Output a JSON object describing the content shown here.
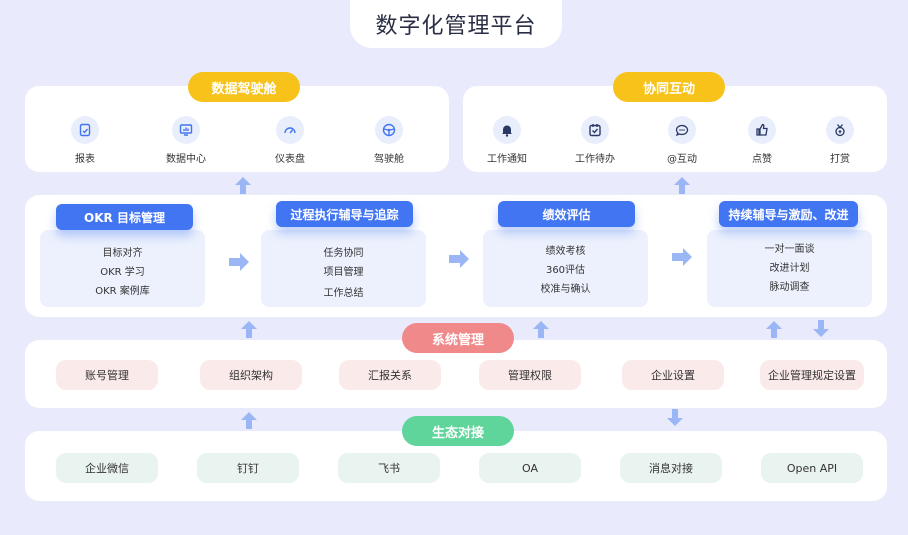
{
  "title": "数字化管理平台",
  "top_left": {
    "pill": "数据驾驶舱",
    "items": [
      {
        "label": "报表",
        "icon": "report-icon"
      },
      {
        "label": "数据中心",
        "icon": "data-center-icon"
      },
      {
        "label": "仪表盘",
        "icon": "gauge-icon"
      },
      {
        "label": "驾驶舱",
        "icon": "steering-wheel-icon"
      }
    ]
  },
  "top_right": {
    "pill": "协同互动",
    "items": [
      {
        "label": "工作通知",
        "icon": "bell-icon"
      },
      {
        "label": "工作待办",
        "icon": "todo-icon"
      },
      {
        "label": "@互动",
        "icon": "chat-icon"
      },
      {
        "label": "点赞",
        "icon": "thumbs-up-icon"
      },
      {
        "label": "打赏",
        "icon": "reward-icon"
      }
    ]
  },
  "process": [
    {
      "title": "OKR 目标管理",
      "lines": [
        "目标对齐",
        "OKR 学习",
        "OKR 案例库"
      ]
    },
    {
      "title": "过程执行辅导与追踪",
      "lines": [
        "任务协同",
        "项目管理",
        "工作总结"
      ]
    },
    {
      "title": "绩效评估",
      "lines": [
        "绩效考核",
        "360评估",
        "校准与确认"
      ]
    },
    {
      "title": "持续辅导与激励、改进",
      "lines": [
        "一对一面谈",
        "改进计划",
        "脉动调查"
      ]
    }
  ],
  "system": {
    "pill": "系统管理",
    "items": [
      "账号管理",
      "组织架构",
      "汇报关系",
      "管理权限",
      "企业设置",
      "企业管理规定设置"
    ]
  },
  "ecosystem": {
    "pill": "生态对接",
    "items": [
      "企业微信",
      "钉钉",
      "飞书",
      "OA",
      "消息对接",
      "Open API"
    ]
  },
  "colors": {
    "background": "#e9eafb",
    "blue": "#4275f2",
    "yellow": "#f7c21a",
    "red": "#f08a8a",
    "green": "#5fd49b"
  }
}
